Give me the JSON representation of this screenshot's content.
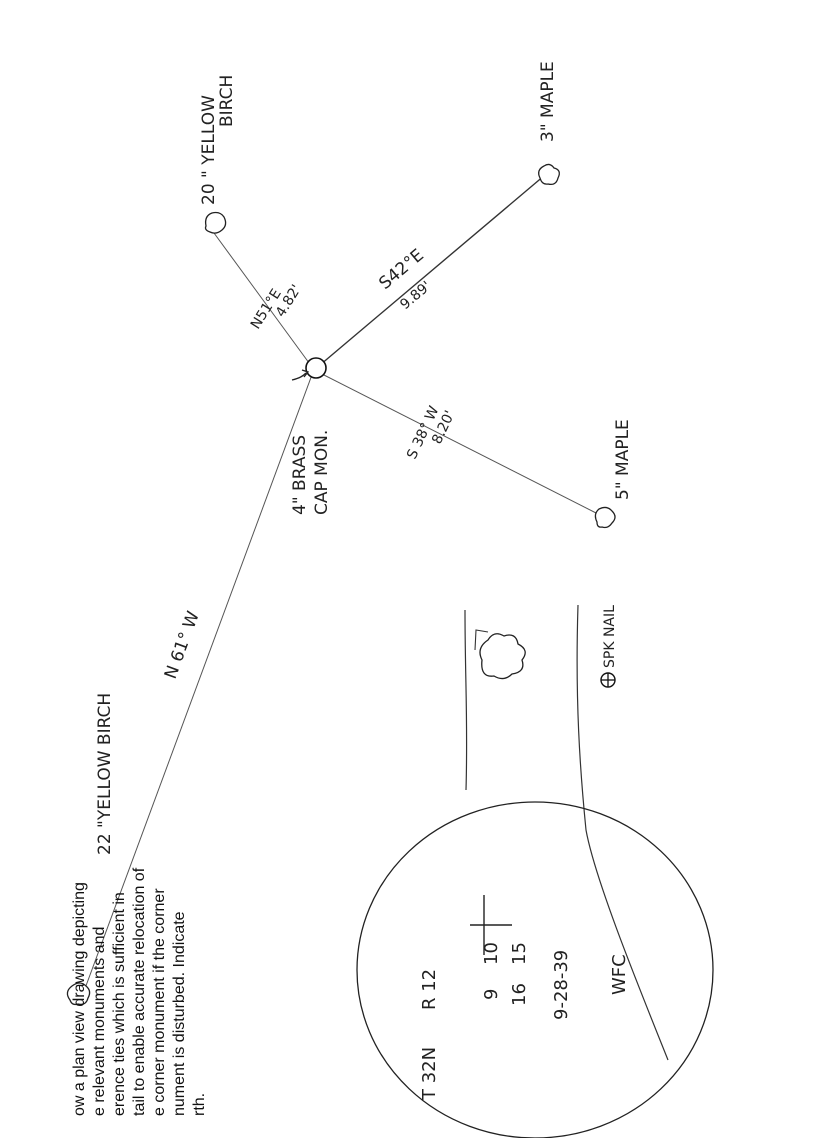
{
  "instructions": [
    "ow a plan view drawing depicting",
    "e relevant monuments and",
    "erence ties which is sufficient in",
    "tail to enable accurate relocation of",
    "e corner monument if the corner",
    "nument is disturbed. Indicate",
    "rth."
  ],
  "monument": {
    "label_line1": "4\" BRASS",
    "label_line2": "CAP MON."
  },
  "ties": [
    {
      "tree_line1": "22 \"YELLOW BIRCH",
      "tree_line2": "",
      "bearing": "N 61° W",
      "distance": ""
    },
    {
      "tree_line1": "20 \" YELLOW",
      "tree_line2": "BIRCH",
      "bearing": "N51°E",
      "distance": "4.82'"
    },
    {
      "tree_line1": "3\" MAPLE",
      "tree_line2": "",
      "bearing": "S42°E",
      "distance": "9.89'"
    },
    {
      "tree_line1": "5\" MAPLE",
      "tree_line2": "",
      "bearing": "S 38° W",
      "distance": "8.20'"
    }
  ],
  "spk_nail": "SPK NAIL",
  "stamp": {
    "township": "T 32N",
    "range": "R 12",
    "sec_top_left": "9",
    "sec_top_right": "10",
    "sec_bottom_left": "16",
    "sec_bottom_right": "15",
    "date": "9-28-39",
    "initials": "WFC"
  }
}
